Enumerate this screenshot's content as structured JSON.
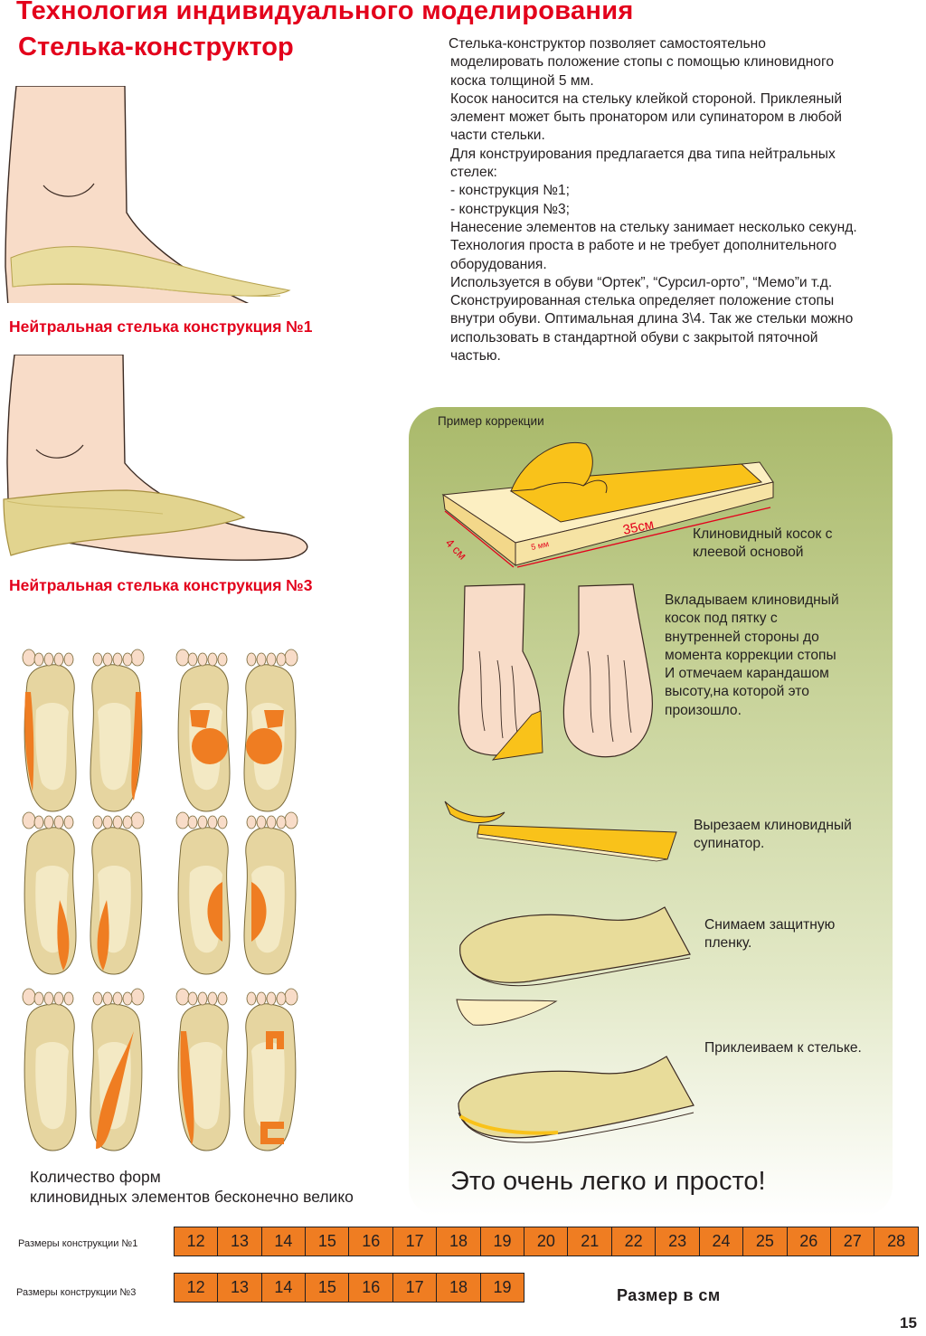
{
  "header": {
    "title": "Технология индивидуального моделирования",
    "subtitle": "Стелька-конструктор"
  },
  "description": [
    "Стелька-конструктор позволяет самостоятельно",
    "моделировать положение стопы   с помощью клиновидного",
    "коска толщиной 5 мм.",
    "Косок наносится на стельку клейкой стороной. Приклеяный",
    "элемент может быть пронатором или супинатором в любой",
    "части стельки.",
    "Для конструирования предлагается два типа нейтральных",
    "стелек:",
    "- конструкция №1;",
    "- конструкция №3;",
    "Нанесение элементов на стельку занимает несколько секунд.",
    "Технология проста в работе и не требует дополнительного",
    "оборудования.",
    "Используется в обуви “Ортек”, “Сурсил-орто”, “Мемо”и т.д.",
    "Сконструированная стелька определяет положение стопы",
    "внутри обуви. Оптимальная длина 3\\4.  Так же стельки можно",
    "использовать в стандартной обуви с закрытой пяточной",
    "частью."
  ],
  "illustrations": {
    "caption1": "Нейтральная стелька конструкция №1",
    "caption3": "Нейтральная стелька конструкция №3"
  },
  "correction": {
    "label": "Пример коррекции",
    "dim_width": "4 см",
    "dim_thickness": "5 мм",
    "dim_length": "35см",
    "wedge_text": [
      "Клиновидный косок с",
      "клеевой основой"
    ],
    "step1": [
      "Вкладываем клиновидный",
      "косок под пятку с",
      "внутренней стороны до",
      "момента коррекции стопы",
      "И отмечаем карандашом",
      "высоту,на которой это",
      "произошло."
    ],
    "step2": [
      "Вырезаем клиновидный",
      "супинатор."
    ],
    "step3": [
      "Снимаем защитную",
      "пленку."
    ],
    "step4": "Приклеиваем к стельке.",
    "slogan": "Это очень легко и просто!"
  },
  "forms_text": [
    "Количество форм",
    "клиновидных элементов бесконечно велико"
  ],
  "sizes": {
    "row1_label": "Размеры конструкции №1",
    "row1": [
      "12",
      "13",
      "14",
      "15",
      "16",
      "17",
      "18",
      "19",
      "20",
      "21",
      "22",
      "23",
      "24",
      "25",
      "26",
      "27",
      "28"
    ],
    "row3_label": "Размеры конструкции №3",
    "row3": [
      "12",
      "13",
      "14",
      "15",
      "16",
      "17",
      "18",
      "19"
    ],
    "unit_label": "Размер в см"
  },
  "page_number": "15",
  "colors": {
    "title_red": "#e3001b",
    "cell_orange": "#ef7d22",
    "panel_green": "#a9b96a",
    "skin": "#f8dcc8",
    "insole": "#eadb9a",
    "wedge_yellow": "#f9c21a"
  }
}
